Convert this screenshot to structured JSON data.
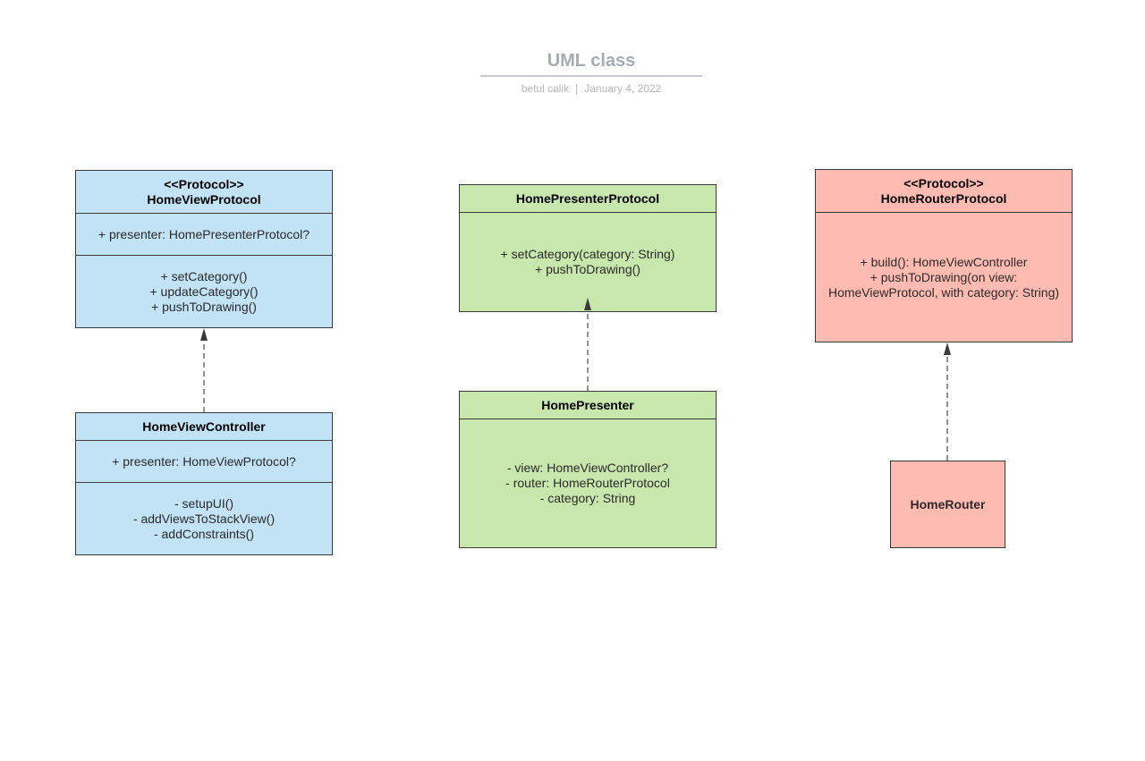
{
  "header": {
    "title": "UML class",
    "author": "betul calik",
    "separator": "|",
    "date": "January 4, 2022"
  },
  "classes": {
    "home_view_protocol": {
      "stereotype": "<<Protocol>>",
      "name": "HomeViewProtocol",
      "attributes": [
        "+ presenter: HomePresenterProtocol?"
      ],
      "methods": [
        "+ setCategory()",
        "+ updateCategory()",
        "+ pushToDrawing()"
      ]
    },
    "home_view_controller": {
      "name": "HomeViewController",
      "attributes": [
        "+ presenter: HomeViewProtocol?"
      ],
      "methods": [
        "- setupUI()",
        "- addViewsToStackView()",
        "- addConstraints()"
      ]
    },
    "home_presenter_protocol": {
      "name": "HomePresenterProtocol",
      "methods": [
        "+ setCategory(category: String)",
        "+ pushToDrawing()"
      ]
    },
    "home_presenter": {
      "name": "HomePresenter",
      "attributes": [
        "- view: HomeViewController?",
        "- router: HomeRouterProtocol",
        "- category: String"
      ]
    },
    "home_router_protocol": {
      "stereotype": "<<Protocol>>",
      "name": "HomeRouterProtocol",
      "methods": [
        "+ build(): HomeViewController",
        "+ pushToDrawing(on view:",
        "HomeViewProtocol, with category: String)"
      ]
    },
    "home_router": {
      "name": "HomeRouter"
    }
  },
  "colors": {
    "view_layer": "#c1e3f5",
    "presenter_layer": "#c7e7ac",
    "router_layer": "#ffbbb1",
    "border": "#3a3a3a",
    "arrow": "#4a4a4a"
  },
  "relationships": [
    {
      "from": "HomeViewController",
      "to": "HomeViewProtocol",
      "type": "realization"
    },
    {
      "from": "HomePresenter",
      "to": "HomePresenterProtocol",
      "type": "realization"
    },
    {
      "from": "HomeRouter",
      "to": "HomeRouterProtocol",
      "type": "realization"
    }
  ]
}
